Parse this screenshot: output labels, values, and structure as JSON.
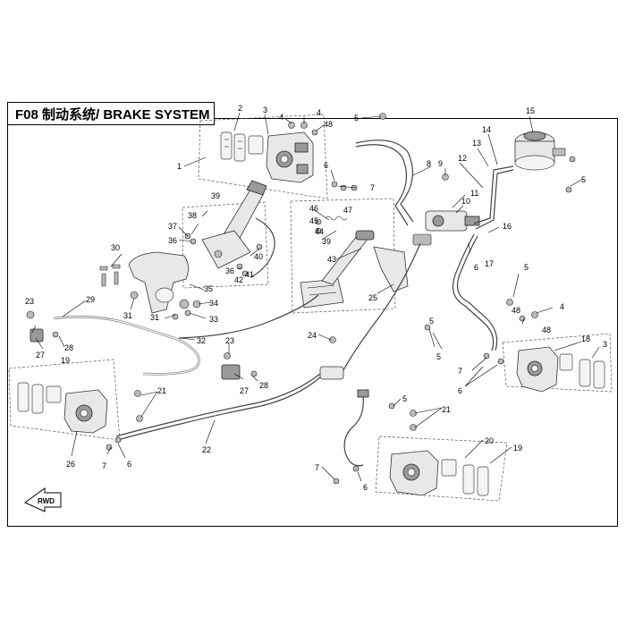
{
  "title": "F08 制动系统/ BRAKE SYSTEM",
  "direction_tag": "RWD",
  "callouts": [
    "1",
    "2",
    "3",
    "4",
    "4",
    "48",
    "5",
    "6",
    "7",
    "8",
    "9",
    "10",
    "11",
    "12",
    "13",
    "14",
    "15",
    "5",
    "16",
    "17",
    "5",
    "4",
    "48",
    "48",
    "18",
    "3",
    "7",
    "6",
    "39",
    "38",
    "37",
    "36",
    "40",
    "36",
    "42",
    "41",
    "46",
    "45",
    "44",
    "47",
    "39",
    "43",
    "25",
    "30",
    "31",
    "31",
    "35",
    "34",
    "33",
    "32",
    "23",
    "29",
    "27",
    "28",
    "19",
    "21",
    "24",
    "23",
    "27",
    "28",
    "5",
    "22",
    "26",
    "7",
    "6",
    "5",
    "21",
    "20",
    "19",
    "7",
    "6",
    "6",
    "5"
  ]
}
